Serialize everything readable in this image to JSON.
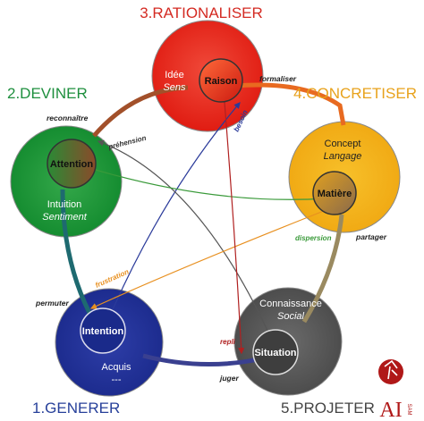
{
  "stages": {
    "rationaliser": {
      "title": "3.RATIONALISER",
      "inner": "Raison",
      "outer1": "Idée",
      "outer2": "Sens",
      "color": "#d42a22"
    },
    "deviner": {
      "title": "2.DEVINER",
      "inner": "Attention",
      "outer1": "Intuition",
      "outer2": "Sentiment",
      "color": "#1e8f3e"
    },
    "concretiser": {
      "title": "4.CONCRETISER",
      "inner": "Matière",
      "outer1": "Concept",
      "outer2": "Langage",
      "color": "#e8a21c"
    },
    "generer": {
      "title": "1.GENERER",
      "inner": "Intention",
      "outer1": "Acquis",
      "outer2": "---",
      "color": "#27409a"
    },
    "projeter": {
      "title": "5.PROJETER",
      "inner": "Situation",
      "outer1": "Connaissance",
      "outer2": "Social",
      "color": "#5a5a5a"
    }
  },
  "connections": {
    "formaliser": "formaliser",
    "reconnaitre": "reconnaître",
    "partager": "partager",
    "permuter": "permuter",
    "juger": "juger"
  },
  "cross_arrows": {
    "besoin": "besoin",
    "prehension": "préhension",
    "dispersion": "dispersion",
    "frustration": "frustration",
    "repli": "repli"
  },
  "logo": {
    "text": "AI",
    "sub": "SAM"
  }
}
